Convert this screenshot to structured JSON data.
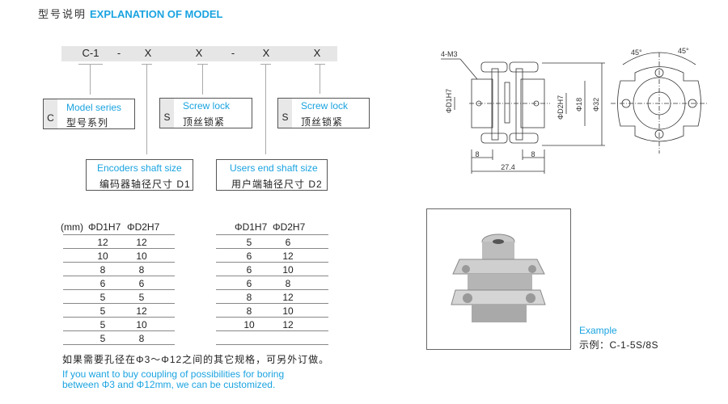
{
  "header": {
    "title_cn": "型号说明",
    "title_en": "EXPLANATION OF MODEL"
  },
  "model_code": [
    "C-1",
    "-",
    "X",
    "X",
    "-",
    "X",
    "X"
  ],
  "boxes": {
    "model_series": {
      "key": "C",
      "en": "Model series",
      "cn": "型号系列"
    },
    "screw_lock_1": {
      "key": "S",
      "en": "Screw lock",
      "cn": "顶丝锁紧"
    },
    "screw_lock_2": {
      "key": "S",
      "en": "Screw lock",
      "cn": "顶丝锁紧"
    },
    "encoder_shaft": {
      "en": "Encoders shaft size",
      "cn": "编码器轴径尺寸 D1"
    },
    "user_shaft": {
      "en": "Users end shaft size",
      "cn": "用户端轴径尺寸 D2"
    }
  },
  "table_left": {
    "unit": "(mm)",
    "col1": "ΦD1H7",
    "col2": "ΦD2H7",
    "rows": [
      [
        "12",
        "12"
      ],
      [
        "10",
        "10"
      ],
      [
        "8",
        "8"
      ],
      [
        "6",
        "6"
      ],
      [
        "5",
        "5"
      ],
      [
        "5",
        "12"
      ],
      [
        "5",
        "10"
      ],
      [
        "5",
        "8"
      ]
    ]
  },
  "table_right": {
    "col1": "ΦD1H7",
    "col2": "ΦD2H7",
    "rows": [
      [
        "5",
        "6"
      ],
      [
        "6",
        "12"
      ],
      [
        "6",
        "10"
      ],
      [
        "6",
        "8"
      ],
      [
        "8",
        "12"
      ],
      [
        "8",
        "10"
      ],
      [
        "10",
        "12"
      ],
      [
        "",
        ""
      ]
    ]
  },
  "notes": {
    "cn": "如果需要孔径在Φ3～Φ12之间的其它规格，可另外订做。",
    "en1": "If you want to buy coupling of possibilities for boring",
    "en2": "between Φ3 and Φ12mm, we can be customized."
  },
  "drawing": {
    "screw": "4-M3",
    "d1": "ΦD1H7",
    "d2": "ΦD2H7",
    "d18": "Φ18",
    "d32": "Φ32",
    "l1": "8",
    "l2": "8",
    "total": "27.4",
    "angle1": "45°",
    "angle2": "45°"
  },
  "example": {
    "label": "Example",
    "value": "示例：C-1-5S/8S"
  }
}
